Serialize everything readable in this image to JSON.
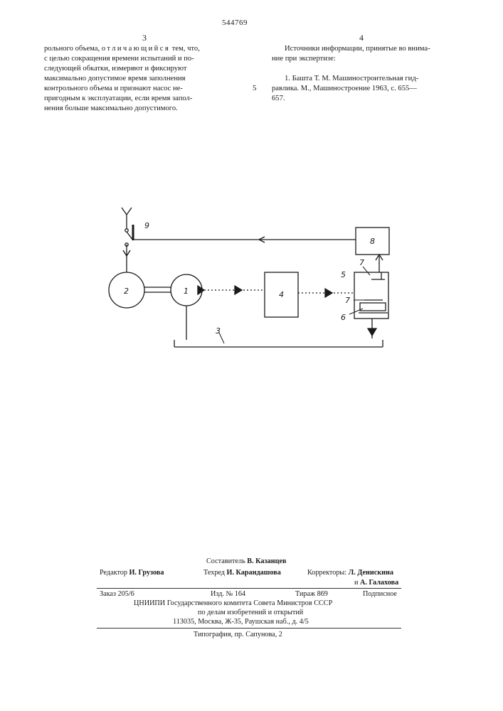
{
  "header": {
    "patent_number": "544769",
    "left_page_number": "3",
    "right_page_number": "4"
  },
  "left_column": {
    "lines": [
      "рольного объема,",
      "с целью сокращения времени испытаний и по-",
      "следующей обкатки, измеряют и фиксируют",
      "максимально допустимое время заполнения",
      "контрольного объема и признают насос не-",
      "пригодным к эксплуатации, если время запол-",
      "нения больше максимально допустимого."
    ],
    "spaced_phrase": "отличающийся",
    "first_line_tail": "тем, что,"
  },
  "right_column": {
    "lines": [
      "Источники информации, принятые во внима-",
      "ние при экспертизе:",
      "1. Башта Т. М. Машиностроительная гид-",
      "равлика. М., Машиностроение 1963, с. 655—",
      "657."
    ],
    "margin_line_number": "5"
  },
  "diagram": {
    "labels": {
      "pump": "1",
      "motor": "2",
      "return_line": "3",
      "block_4": "4",
      "tank": "5",
      "element_6": "6",
      "contact_7a": "7",
      "contact_7b": "7",
      "block_8": "8",
      "switch_9": "9"
    }
  },
  "imprint": {
    "compiler_label": "Составитель",
    "compiler_name": "В. Казанцев",
    "editor_label": "Редактор",
    "editor_name": "И. Грузова",
    "techred_label": "Техред",
    "techred_name": "И. Карандашова",
    "correctors_label": "Корректоры:",
    "corrector_1": "Л. Денискина",
    "corrector_2_prefix": "и",
    "corrector_2": "А. Галахова",
    "order": "Заказ 205/6",
    "edition": "Изд. № 164",
    "circulation": "Тираж 869",
    "subscription": "Подписное",
    "org_line_1": "ЦНИИПИ Государственного комитета Совета Министров СССР",
    "org_line_2": "по делам изобретений и открытий",
    "org_line_3": "113035, Москва, Ж-35, Раушская наб., д. 4/5",
    "printer": "Типография, пр. Сапунова, 2"
  }
}
